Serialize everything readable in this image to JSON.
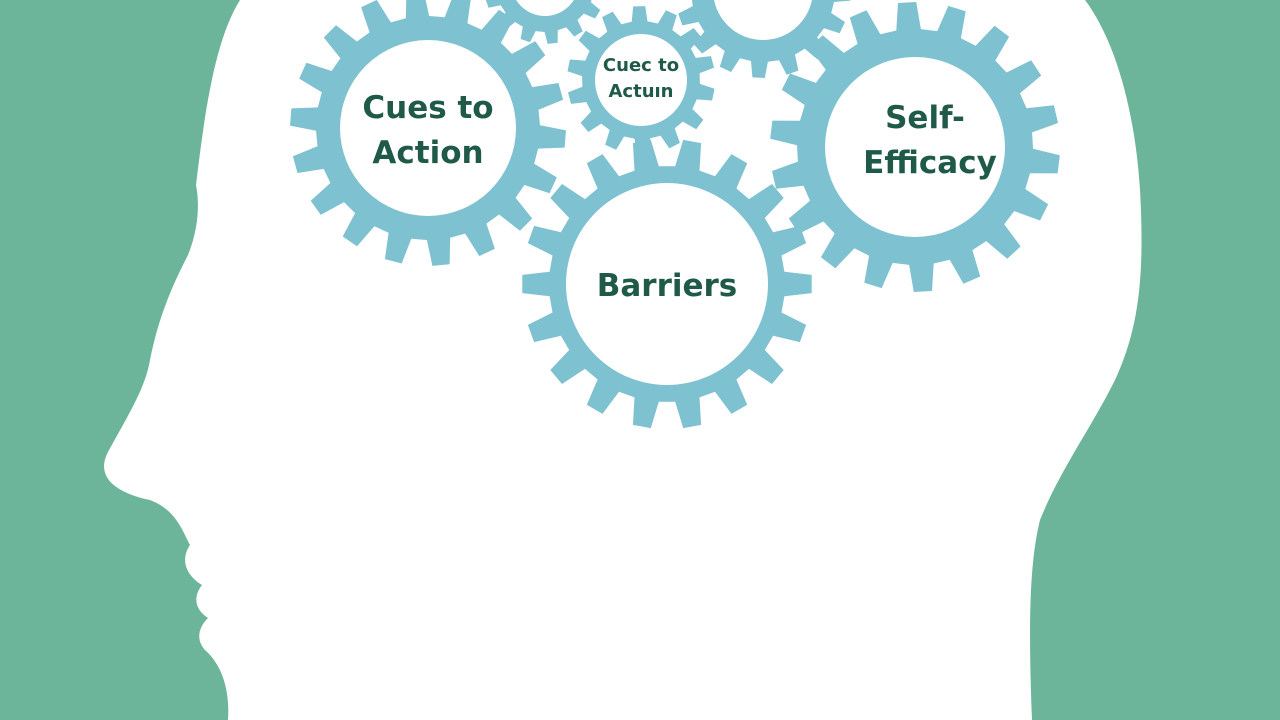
{
  "colors": {
    "background": "#6db59a",
    "head": "#ffffff",
    "gear": "#7ec1d0",
    "gear_center": "#ffffff",
    "label": "#1f5a48"
  },
  "gears": {
    "cues_large": {
      "line1": "Cues to",
      "line2": "Action"
    },
    "cues_small": {
      "line1": "Cuec to",
      "line2": "Actuın"
    },
    "barriers": {
      "line1": "Barriers"
    },
    "self_efficacy": {
      "line1": "Self-",
      "line2": "Efficacy"
    }
  }
}
